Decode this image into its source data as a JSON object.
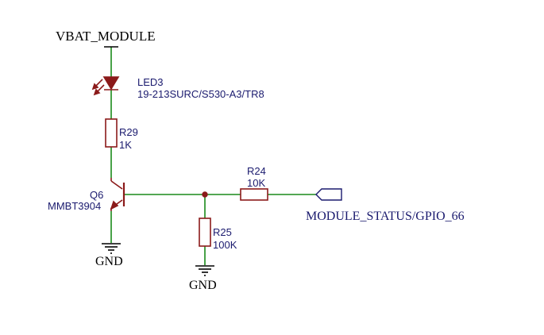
{
  "colors": {
    "wire": "#1a8a1a",
    "part": "#8b1a1a",
    "label": "#1a1a6e",
    "power": "#000000"
  },
  "nets": {
    "vbat": "VBAT_MODULE",
    "gnd_q6": "GND",
    "gnd_r25": "GND",
    "port": "MODULE_STATUS/GPIO_66"
  },
  "parts": {
    "led3": {
      "ref": "LED3",
      "value": "19-213SURC/S530-A3/TR8"
    },
    "r29": {
      "ref": "R29",
      "value": "1K"
    },
    "q6": {
      "ref": "Q6",
      "value": "MMBT3904"
    },
    "r24": {
      "ref": "R24",
      "value": "10K"
    },
    "r25": {
      "ref": "R25",
      "value": "100K"
    }
  }
}
